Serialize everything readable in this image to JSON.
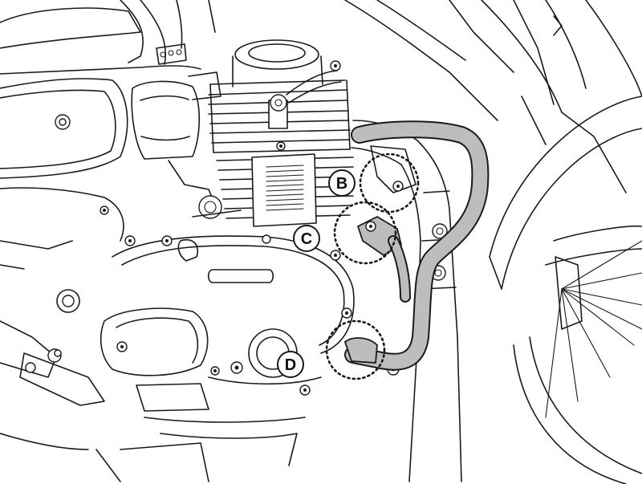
{
  "colors": {
    "line": "#1a1a1a",
    "background": "#ffffff",
    "crash_bar_fill": "#bdbdbd"
  },
  "callouts": [
    {
      "label": "B"
    },
    {
      "label": "C"
    },
    {
      "label": "D"
    }
  ]
}
